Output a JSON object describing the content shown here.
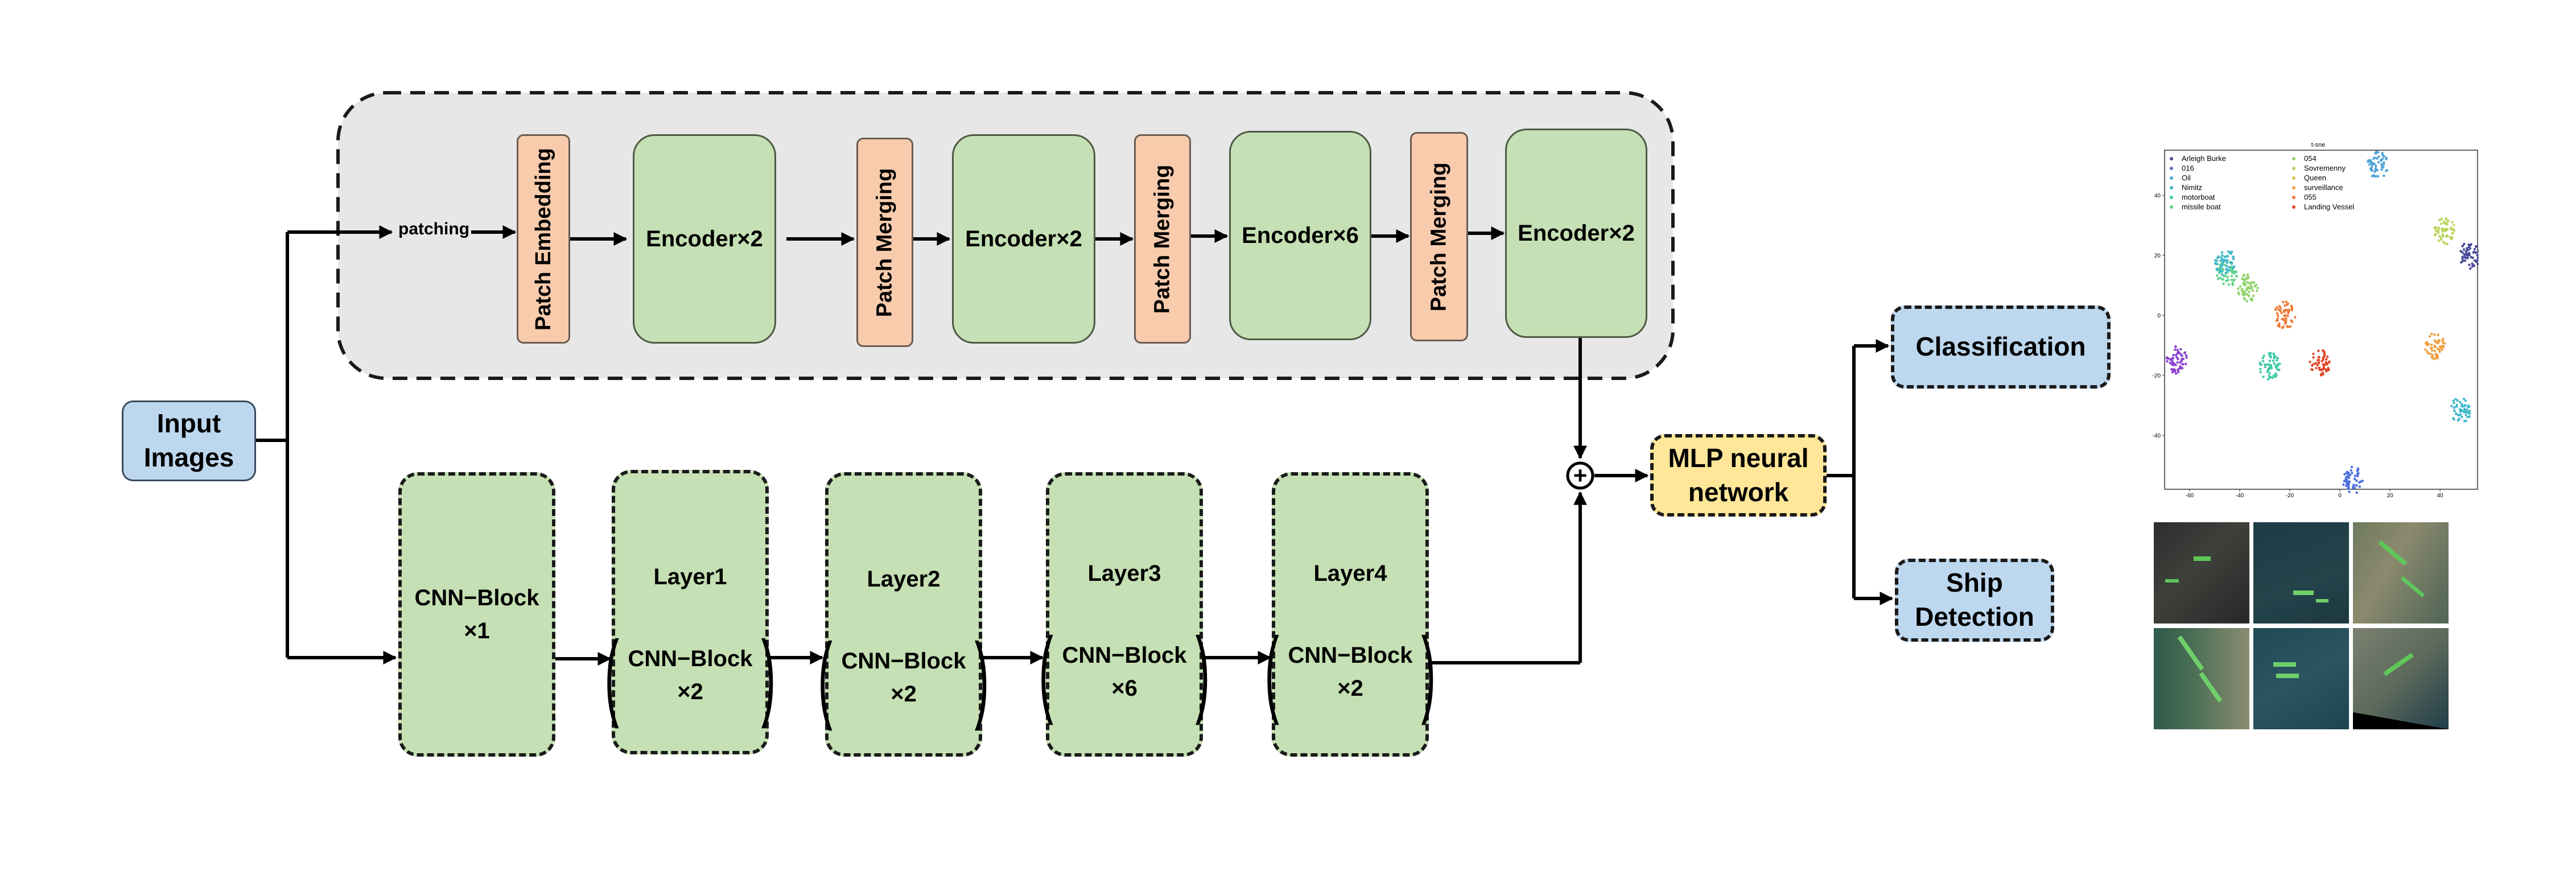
{
  "input": {
    "line1": "Input",
    "line2": "Images"
  },
  "patching_label": "patching",
  "swin_branch": {
    "patch_embedding": "Patch  Embedding",
    "patch_merging": "Patch Merging",
    "encoders": [
      "Encoder×2",
      "Encoder×2",
      "Encoder×6",
      "Encoder×2"
    ]
  },
  "cnn_branch": {
    "first_block": {
      "line1": "CNN−Block",
      "line2": "×1"
    },
    "layers": [
      {
        "title": "Layer1",
        "block": "CNN−Block",
        "mult": "×2"
      },
      {
        "title": "Layer2",
        "block": "CNN−Block",
        "mult": "×2"
      },
      {
        "title": "Layer3",
        "block": "CNN−Block",
        "mult": "×6"
      },
      {
        "title": "Layer4",
        "block": "CNN−Block",
        "mult": "×2"
      }
    ]
  },
  "fusion_symbol": "+",
  "mlp": {
    "line1": "MLP neural",
    "line2": "network"
  },
  "outputs": {
    "classification": "Classification",
    "detection": {
      "line1": "Ship",
      "line2": "Detection"
    }
  },
  "tsne": {
    "title": "t-sne",
    "x_ticks": [
      "-60",
      "-40",
      "-20",
      "0",
      "20",
      "40"
    ],
    "y_ticks": [
      "40",
      "20",
      "0",
      "-20",
      "-40"
    ],
    "legend": [
      {
        "name": "Arleigh Burke",
        "color": "#4a4a9a"
      },
      {
        "name": "016",
        "color": "#5b6dc8"
      },
      {
        "name": "Oil",
        "color": "#4fa3d8"
      },
      {
        "name": "Nimitz",
        "color": "#3fb8c8"
      },
      {
        "name": "motorboat",
        "color": "#40c9a6"
      },
      {
        "name": "missile boat",
        "color": "#5fd38a"
      },
      {
        "name": "054",
        "color": "#8fd46a"
      },
      {
        "name": "Sovremenny",
        "color": "#b9d35a"
      },
      {
        "name": "Queen",
        "color": "#e0c24e"
      },
      {
        "name": "surveillance",
        "color": "#f0a040"
      },
      {
        "name": "055",
        "color": "#f07a36"
      },
      {
        "name": "Landing Vessel",
        "color": "#e04a2a"
      }
    ]
  }
}
